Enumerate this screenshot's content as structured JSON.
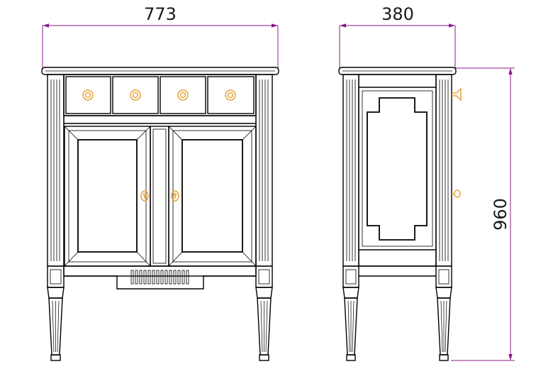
{
  "drawing": {
    "dimensions": {
      "front_width": "773",
      "side_depth": "380",
      "height": "960"
    },
    "colors": {
      "line": "#000000",
      "dimension": "#8b1a8b",
      "hardware": "#e8a33a",
      "background": "#ffffff"
    },
    "front_view": {
      "drawer_count": 4,
      "door_count": 2,
      "drawer_knob_icon": "ring-knob-icon",
      "door_escutcheon_icon": "keyhole-escutcheon-icon"
    },
    "side_view": {
      "panel": "recessed-notched-panel"
    }
  }
}
